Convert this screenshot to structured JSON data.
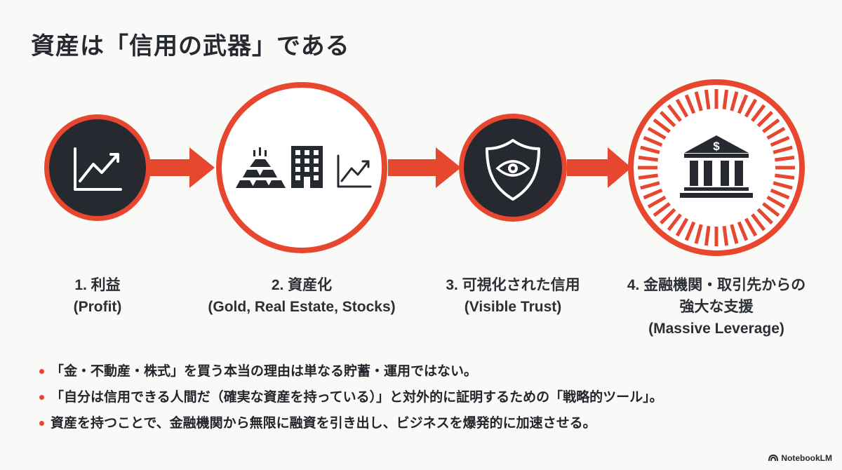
{
  "title": "資産は「信用の武器」である",
  "colors": {
    "accent": "#e8472f",
    "dark": "#26292f",
    "background": "#f9f9f7"
  },
  "steps": [
    {
      "lines": [
        "1. 利益",
        "(Profit)"
      ],
      "icons": [
        "trend-chart-icon"
      ]
    },
    {
      "lines": [
        "2. 資産化",
        "(Gold, Real Estate, Stocks)"
      ],
      "icons": [
        "gold-bars-icon",
        "building-icon",
        "trend-chart-icon"
      ]
    },
    {
      "lines": [
        "3. 可視化された信用",
        "(Visible Trust)"
      ],
      "icons": [
        "shield-eye-icon"
      ]
    },
    {
      "lines": [
        "4. 金融機関・取引先からの",
        "強大な支援",
        "(Massive Leverage)"
      ],
      "icons": [
        "bank-dollar-icon"
      ]
    }
  ],
  "bullets": [
    "「金・不動産・株式」を買う本当の理由は単なる貯蓄・運用ではない。",
    "「自分は信用できる人間だ（確実な資産を持っている）」と対外的に証明するための「戦略的ツール」。",
    "資産を持つことで、金融機関から無限に融資を引き出し、ビジネスを爆発的に加速させる。"
  ],
  "brand": "NotebookLM"
}
